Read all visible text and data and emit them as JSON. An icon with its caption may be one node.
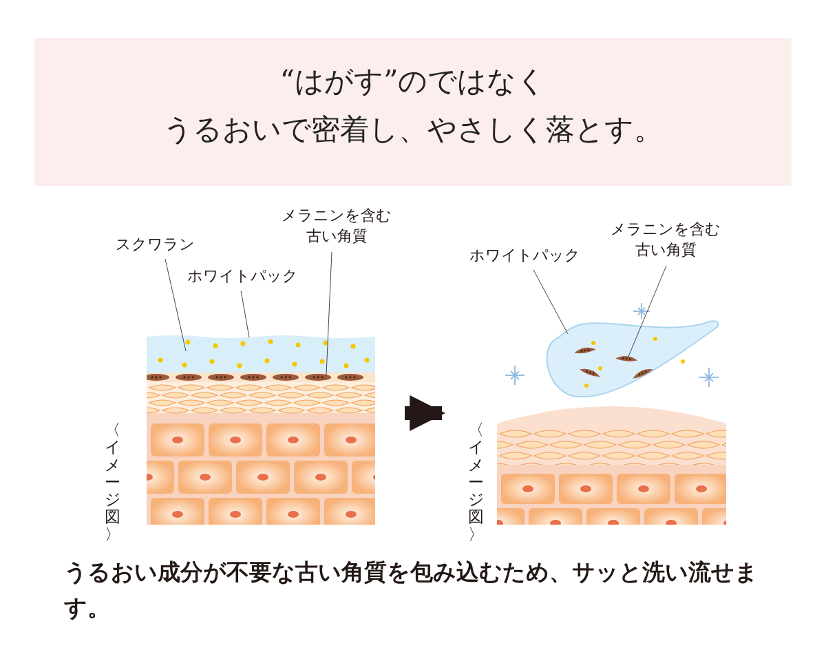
{
  "diagram": {
    "caption": "うるおい成分が不要な古い角質を包み込むため、サッと洗い流せます。",
    "nodes": [
      {
        "text": [
          "“はがす”のではなく",
          "うるおいで密着し、やさしく落とす。"
        ]
      },
      {
        "text": [],
        "shape": "picture"
      },
      {
        "text": [],
        "shape": "picture"
      },
      {
        "text": [
          "スクワラン"
        ]
      },
      {
        "text": [
          "ホワイトパック"
        ]
      },
      {
        "text": [
          "メラニンを含む古い角質"
        ]
      },
      {
        "text": [
          "ホワイトパック"
        ]
      },
      {
        "text": [
          "メラニンを含む古い角質"
        ]
      }
    ],
    "edges": [
      {
        "from": 1,
        "to": 2,
        "arrow": "to",
        "style": "thick"
      },
      {
        "from": 3,
        "to": 1,
        "arrow": "none"
      },
      {
        "from": 4,
        "to": 1,
        "arrow": "none"
      },
      {
        "from": 5,
        "to": 1,
        "arrow": "none"
      },
      {
        "from": 6,
        "to": 2,
        "arrow": "none"
      },
      {
        "from": 7,
        "to": 2,
        "arrow": "none"
      }
    ],
    "labels": [
      "〈イメージ図〉",
      "〈イメージ図〉"
    ]
  }
}
